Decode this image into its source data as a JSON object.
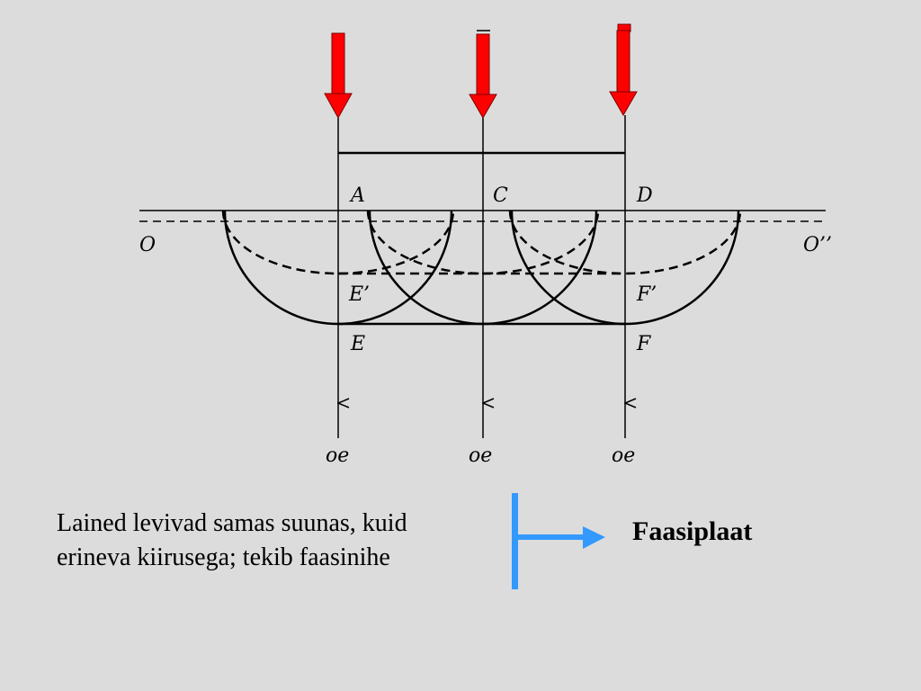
{
  "diagram": {
    "labels": {
      "a": "A",
      "c": "C",
      "d": "D",
      "e_prime": "E’",
      "f_prime": "F’",
      "e": "E",
      "f": "F",
      "o_left": "O",
      "o_right": "O’’",
      "oe": "oe"
    },
    "colors": {
      "incident_arrow": "#ff0000",
      "incident_arrow_outline": "#7a0000",
      "lines": "#000000",
      "pointer": "#3399ff",
      "background": "#dcdcdc"
    }
  },
  "caption": {
    "line1": "Lained levivad samas suunas, kuid",
    "line2": "erineva kiirusega; tekib faasinihe"
  },
  "side_title": "Faasiplaat",
  "icons": {
    "incident": "red-down-arrow",
    "pointer": "blue-t-arrow"
  }
}
